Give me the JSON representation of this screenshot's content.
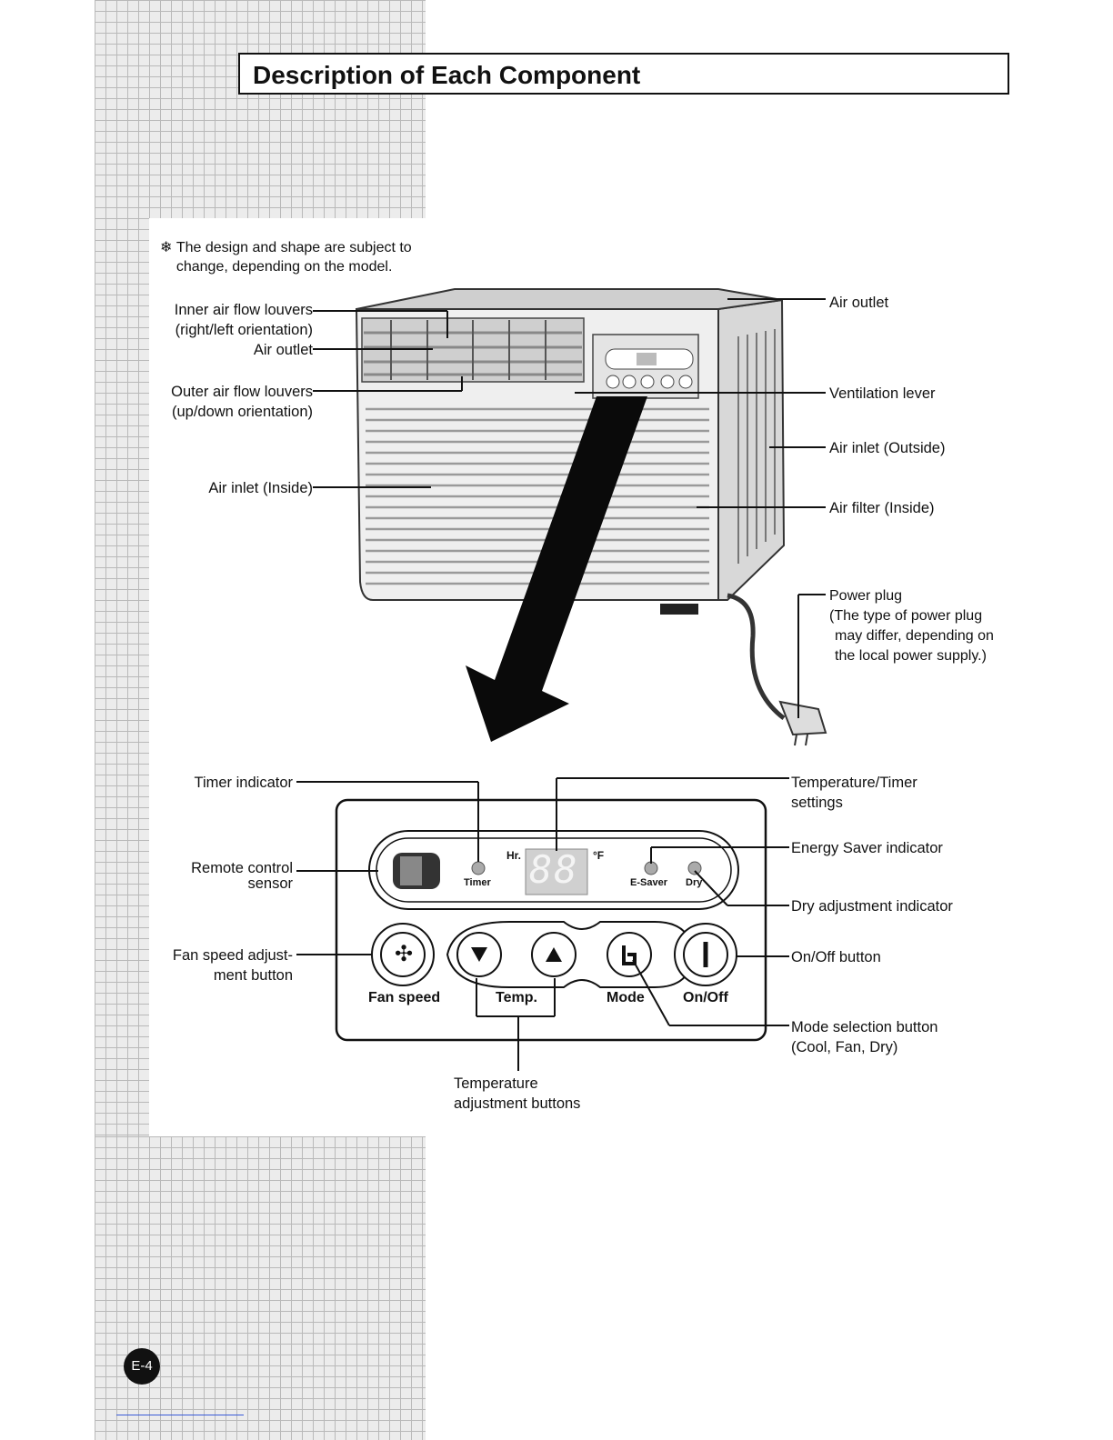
{
  "page": {
    "title": "Description of Each Component",
    "note": "The design and shape are subject to change, depending on the model.",
    "note_symbol": "❄",
    "page_number": "E-4"
  },
  "unit_labels": {
    "inner_louvers_1": "Inner air flow louvers",
    "inner_louvers_2": "(right/left orientation)",
    "air_outlet_front": "Air outlet",
    "outer_louvers_1": "Outer air flow louvers",
    "outer_louvers_2": "(up/down orientation)",
    "air_inlet_inside": "Air inlet (Inside)",
    "air_outlet_top": "Air outlet",
    "ventilation_lever": "Ventilation lever",
    "air_inlet_outside": "Air inlet (Outside)",
    "air_filter": "Air filter (Inside)",
    "power_plug_1": "Power plug",
    "power_plug_2": "(The type of power plug",
    "power_plug_3": "may differ, depending on",
    "power_plug_4": "the local power supply.)"
  },
  "panel_labels": {
    "timer_indicator": "Timer indicator",
    "remote_sensor_1": "Remote control",
    "remote_sensor_2": "sensor",
    "fan_speed_1": "Fan speed adjust-",
    "fan_speed_2": "ment button",
    "temp_timer_1": "Temperature/Timer",
    "temp_timer_2": "settings",
    "energy_saver": "Energy Saver indicator",
    "dry_indicator": "Dry adjustment indicator",
    "onoff_button": "On/Off button",
    "mode_button_1": "Mode selection button",
    "mode_button_2": "(Cool, Fan, Dry)",
    "temp_buttons_1": "Temperature",
    "temp_buttons_2": "adjustment buttons"
  },
  "panel": {
    "hr": "Hr.",
    "deg_f": "°F",
    "timer": "Timer",
    "esaver": "E-Saver",
    "dry": "Dry",
    "btn_fan": "Fan speed",
    "btn_temp": "Temp.",
    "btn_mode": "Mode",
    "btn_onoff": "On/Off",
    "display": "88"
  }
}
